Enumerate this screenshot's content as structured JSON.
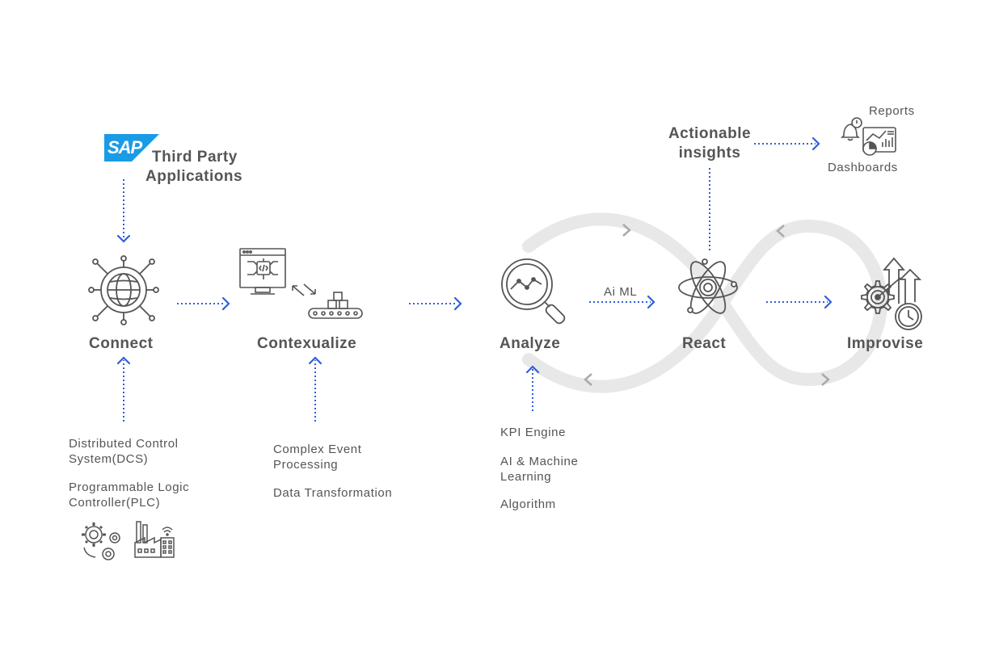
{
  "top": {
    "sap_logo_text": "SAP",
    "third_party": [
      "Third Party",
      "Applications"
    ],
    "actionable": [
      "Actionable",
      "insights"
    ],
    "reports": "Reports",
    "dashboards": "Dashboards"
  },
  "stages": {
    "connect": "Connect",
    "contexualize": "Contexualize",
    "analyze": "Analyze",
    "react": "React",
    "improvise": "Improvise"
  },
  "connector_label": "Ai ML",
  "sources": {
    "dcs": [
      "Distributed Control",
      "System(DCS)"
    ],
    "plc": [
      "Programmable Logic",
      "Controller(PLC)"
    ]
  },
  "contexualize_items": {
    "cep": [
      "Complex Event",
      "Processing"
    ],
    "transform": "Data Transformation"
  },
  "analyze_items": {
    "kpi": "KPI Engine",
    "ai": [
      "AI & Machine",
      "Learning"
    ],
    "algorithm": "Algorithm"
  },
  "colors": {
    "arrow": "#2f5fe0",
    "icon": "#555555",
    "loop": "#e8e8e8",
    "sap": "#1a9be6"
  }
}
